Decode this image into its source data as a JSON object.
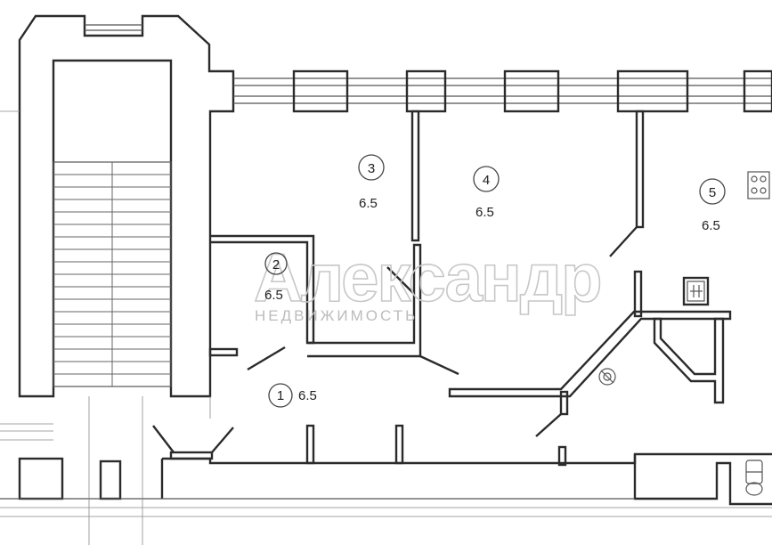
{
  "plan": {
    "rooms": [
      {
        "number": "1",
        "value": "6.5"
      },
      {
        "number": "2",
        "value": "6.5"
      },
      {
        "number": "3",
        "value": "6.5"
      },
      {
        "number": "4",
        "value": "6.5"
      },
      {
        "number": "5",
        "value": "6.5"
      }
    ],
    "watermark": {
      "brand": "Александр",
      "subtitle": "НЕДВИЖИМОСТЬ"
    }
  }
}
